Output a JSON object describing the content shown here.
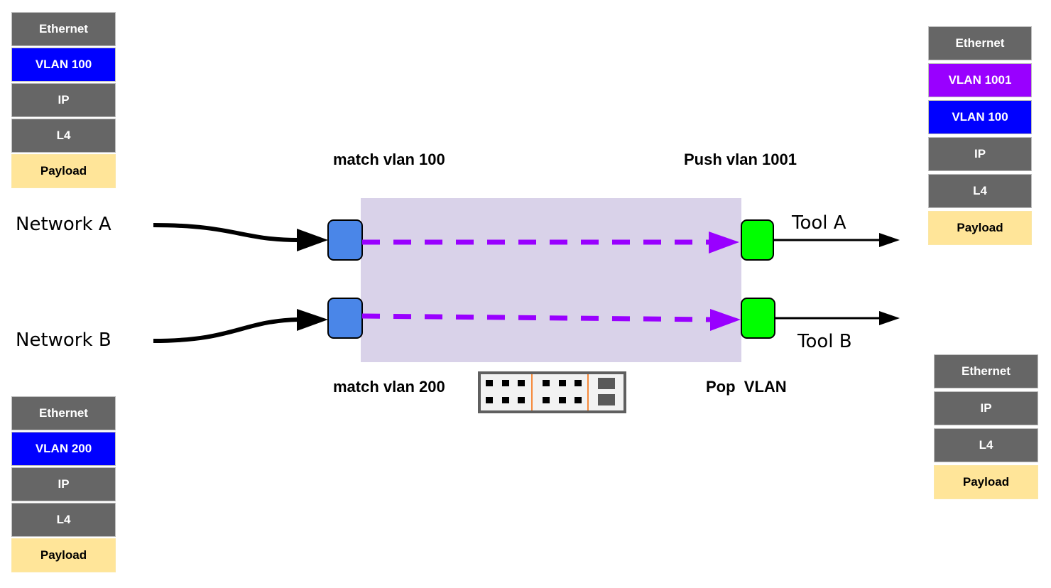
{
  "diagram": {
    "inputs": [
      {
        "label": "Network A",
        "match_label": "match vlan 100"
      },
      {
        "label": "Network B",
        "match_label": "match vlan 200"
      }
    ],
    "outputs": [
      {
        "label": "Tool A",
        "action_label": "Push vlan 1001"
      },
      {
        "label": "Tool B",
        "action_label": "Pop  VLAN"
      }
    ],
    "packets": {
      "network_a_in": [
        {
          "label": "Ethernet",
          "type": "gray"
        },
        {
          "label": "VLAN 100",
          "type": "blue"
        },
        {
          "label": "IP",
          "type": "gray"
        },
        {
          "label": "L4",
          "type": "gray"
        },
        {
          "label": "Payload",
          "type": "payload"
        }
      ],
      "network_b_in": [
        {
          "label": "Ethernet",
          "type": "gray"
        },
        {
          "label": "VLAN 200",
          "type": "blue"
        },
        {
          "label": "IP",
          "type": "gray"
        },
        {
          "label": "L4",
          "type": "gray"
        },
        {
          "label": "Payload",
          "type": "payload"
        }
      ],
      "tool_a_out": [
        {
          "label": "Ethernet",
          "type": "gray"
        },
        {
          "label": "VLAN 1001",
          "type": "purple"
        },
        {
          "label": "VLAN 100",
          "type": "blue"
        },
        {
          "label": "IP",
          "type": "gray"
        },
        {
          "label": "L4",
          "type": "gray"
        },
        {
          "label": "Payload",
          "type": "payload"
        }
      ],
      "tool_b_out": [
        {
          "label": "Ethernet",
          "type": "gray"
        },
        {
          "label": "IP",
          "type": "gray"
        },
        {
          "label": "L4",
          "type": "gray"
        },
        {
          "label": "Payload",
          "type": "payload"
        }
      ]
    },
    "colors": {
      "switch_fill": "#d9d2e9",
      "ingress_port": "#4a86e8",
      "egress_port": "#00ff00",
      "flow_path": "#9900ff",
      "header_gray": "#666666",
      "vlan_blue": "#0000ff",
      "vlan_purple": "#9900ff",
      "payload": "#ffe599"
    }
  }
}
